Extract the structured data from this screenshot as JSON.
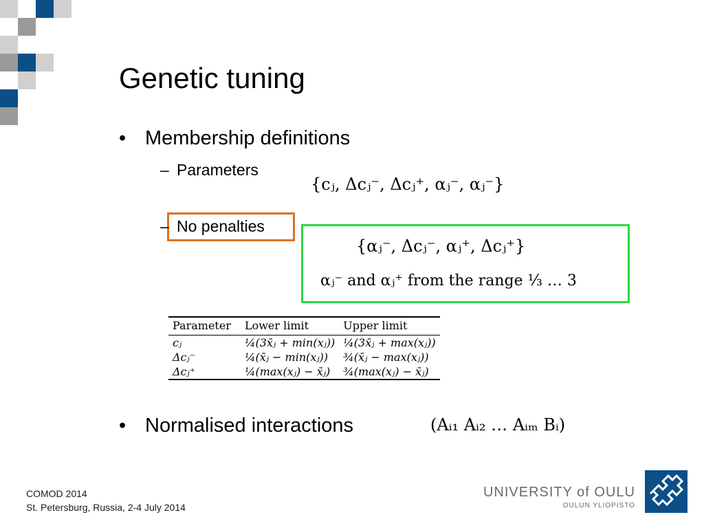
{
  "slide": {
    "title": "Genetic tuning",
    "bullets": [
      {
        "label": "Membership definitions"
      },
      {
        "label": "Normalised interactions"
      }
    ],
    "subbullets": [
      {
        "label": "Parameters"
      },
      {
        "label": "No penalties"
      }
    ],
    "math": {
      "parameters_set": "{cⱼ, Δcⱼ⁻, Δcⱼ⁺, αⱼ⁻, αⱼ⁻}",
      "no_penalties_set": "{αⱼ⁻,  Δcⱼ⁻,  αⱼ⁺,  Δcⱼ⁺}",
      "range_text": "αⱼ⁻ and αⱼ⁺ from the range ⅓ … 3",
      "interactions": "(Aᵢ₁ Aᵢ₂ … Aᵢₘ Bᵢ)"
    },
    "table": {
      "headers": [
        "Parameter",
        "Lower limit",
        "Upper limit"
      ],
      "rows": [
        [
          "cⱼ",
          "¼(3x̄ⱼ + min(xⱼ))",
          "¼(3x̄ⱼ + max(xⱼ))"
        ],
        [
          "Δcⱼ⁻",
          "¼(x̄ⱼ − min(xⱼ))",
          "¾(x̄ⱼ − max(xⱼ))"
        ],
        [
          "Δcⱼ⁺",
          "¼(max(xⱼ) − x̄ⱼ)",
          "¾(max(xⱼ) − x̄ⱼ)"
        ]
      ]
    }
  },
  "footer": {
    "line1": "COMOD 2014",
    "line2": "St. Petersburg, Russia, 2-4 July 2014"
  },
  "logo": {
    "name": "UNIVERSITY of OULU",
    "sub": "OULUN YLIOPISTO"
  },
  "colors": {
    "navy": "#0b4f86",
    "gray_dark": "#9a9a9a",
    "gray_light": "#d0d0d0",
    "highlight_orange": "#e07020",
    "highlight_green": "#2fd640"
  }
}
